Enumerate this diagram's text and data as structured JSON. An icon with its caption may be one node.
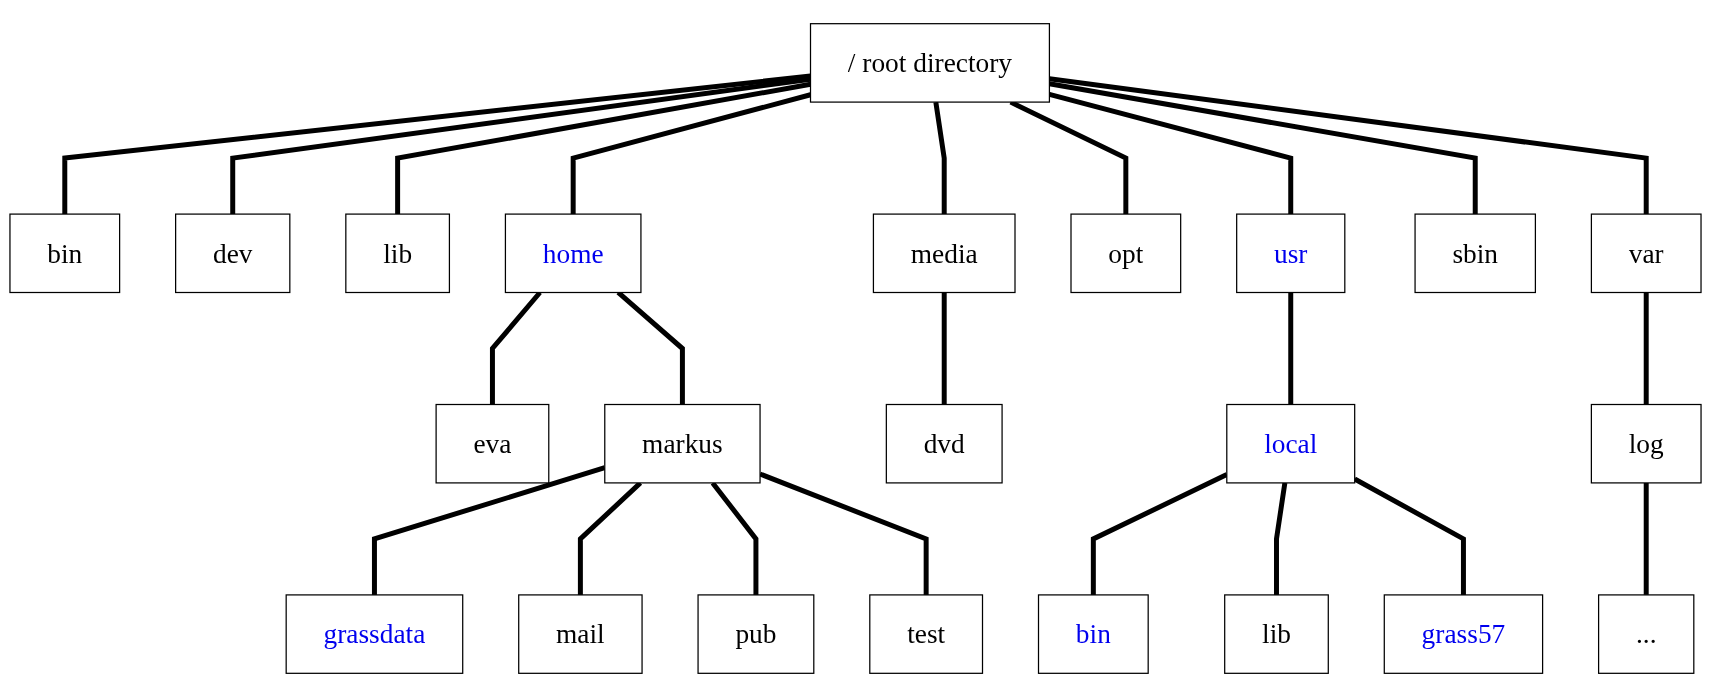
{
  "diagram": {
    "nodes": [
      {
        "text": [
          "/ root directory"
        ]
      },
      {
        "text": [
          "bin"
        ]
      },
      {
        "text": [
          "dev"
        ]
      },
      {
        "text": [
          "lib"
        ]
      },
      {
        "text": [
          "home"
        ]
      },
      {
        "text": [
          "media"
        ]
      },
      {
        "text": [
          "opt"
        ]
      },
      {
        "text": [
          "usr"
        ]
      },
      {
        "text": [
          "sbin"
        ]
      },
      {
        "text": [
          "var"
        ]
      },
      {
        "text": [
          "eva"
        ]
      },
      {
        "text": [
          "markus"
        ]
      },
      {
        "text": [
          "dvd"
        ]
      },
      {
        "text": [
          "local"
        ]
      },
      {
        "text": [
          "log"
        ]
      },
      {
        "text": [
          "grassdata"
        ]
      },
      {
        "text": [
          "mail"
        ]
      },
      {
        "text": [
          "pub"
        ]
      },
      {
        "text": [
          "test"
        ]
      },
      {
        "text": [
          "bin"
        ]
      },
      {
        "text": [
          "lib"
        ]
      },
      {
        "text": [
          "grass57"
        ]
      },
      {
        "text": [
          "..."
        ]
      }
    ],
    "edges": [
      {
        "from": 0,
        "to": 1,
        "arrow": "none"
      },
      {
        "from": 0,
        "to": 2,
        "arrow": "none"
      },
      {
        "from": 0,
        "to": 3,
        "arrow": "none"
      },
      {
        "from": 0,
        "to": 4,
        "arrow": "none"
      },
      {
        "from": 0,
        "to": 5,
        "arrow": "none"
      },
      {
        "from": 0,
        "to": 6,
        "arrow": "none"
      },
      {
        "from": 0,
        "to": 7,
        "arrow": "none"
      },
      {
        "from": 0,
        "to": 8,
        "arrow": "none"
      },
      {
        "from": 0,
        "to": 9,
        "arrow": "none"
      },
      {
        "from": 4,
        "to": 10,
        "arrow": "none"
      },
      {
        "from": 4,
        "to": 11,
        "arrow": "none"
      },
      {
        "from": 5,
        "to": 12,
        "arrow": "none"
      },
      {
        "from": 7,
        "to": 13,
        "arrow": "none"
      },
      {
        "from": 9,
        "to": 14,
        "arrow": "none"
      },
      {
        "from": 11,
        "to": 15,
        "arrow": "none"
      },
      {
        "from": 11,
        "to": 16,
        "arrow": "none"
      },
      {
        "from": 11,
        "to": 17,
        "arrow": "none"
      },
      {
        "from": 11,
        "to": 18,
        "arrow": "none"
      },
      {
        "from": 13,
        "to": 19,
        "arrow": "none"
      },
      {
        "from": 13,
        "to": 20,
        "arrow": "none"
      },
      {
        "from": 13,
        "to": 21,
        "arrow": "none"
      },
      {
        "from": 14,
        "to": 22,
        "arrow": "none"
      }
    ]
  }
}
